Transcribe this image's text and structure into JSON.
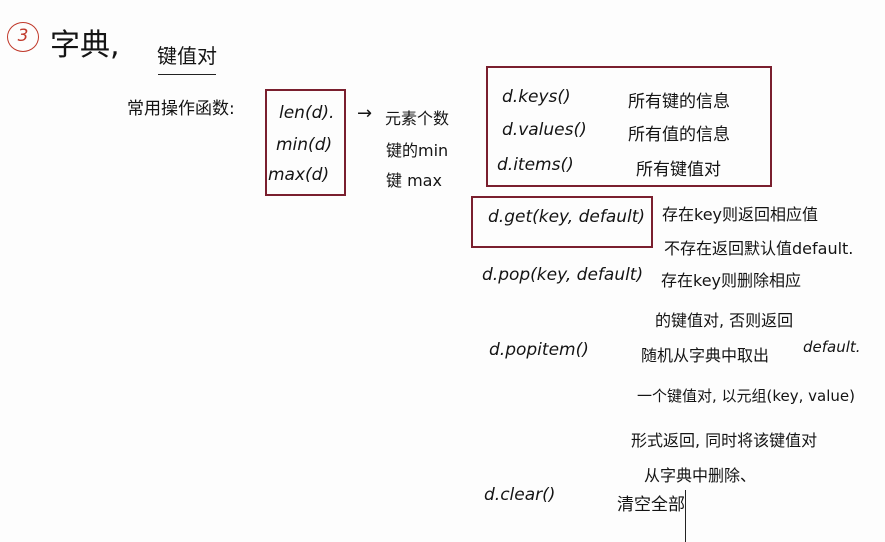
{
  "title": {
    "number": "3",
    "text": "字典,"
  },
  "subtitle": "键值对",
  "common_ops": {
    "label": "常用操作函数:",
    "functions": [
      "len(d).",
      "min(d)",
      "max(d)"
    ],
    "arrow": "→",
    "descriptions": [
      "元素个数",
      "键的min",
      "键 max"
    ]
  },
  "methods_box": {
    "items": [
      {
        "method": "d.keys()",
        "desc": "所有键的信息"
      },
      {
        "method": "d.values()",
        "desc": "所有值的信息"
      },
      {
        "method": "d.items()",
        "desc": "所有键值对"
      }
    ]
  },
  "get": {
    "method": "d.get(key, default)",
    "desc_lines": [
      "存在key则返回相应值",
      "不存在返回默认值default."
    ]
  },
  "pop": {
    "method": "d.pop(key, default)",
    "desc_lines": [
      "存在key则删除相应",
      "的键值对, 否则返回",
      "default."
    ]
  },
  "popitem": {
    "method": "d.popitem()",
    "desc_lines": [
      "随机从字典中取出",
      "一个键值对, 以元组(key, value)",
      "形式返回, 同时将该键值对",
      "从字典中删除、"
    ]
  },
  "clear": {
    "method": "d.clear()",
    "desc": "清空全部"
  },
  "colors": {
    "box_border": "#7a1f2e",
    "circle": "#c0392b",
    "ink": "#141414",
    "background": "#fdfdfd"
  }
}
